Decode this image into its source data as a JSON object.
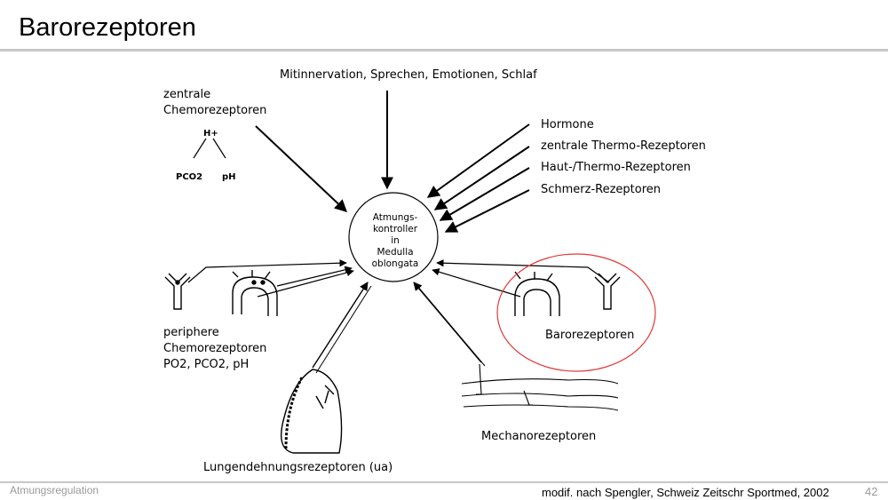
{
  "title": "Barorezeptoren",
  "center": {
    "lines": [
      "Atmungs-",
      "kontroller",
      "in",
      "Medulla",
      "oblongata"
    ]
  },
  "top_input": "Mitinnervation, Sprechen, Emotionen, Schlaf",
  "central_chemo": {
    "lines": [
      "zentrale",
      "Chemorezeptoren"
    ],
    "h_plus": "H+",
    "pco2": "PCO2",
    "ph": "pH"
  },
  "right_inputs": [
    "Hormone",
    "zentrale Thermo-Rezeptoren",
    "Haut-/Thermo-Rezeptoren",
    "Schmerz-Rezeptoren"
  ],
  "peripheral_chemo": {
    "line1": "periphere",
    "line2": "Chemorezeptoren",
    "line3": "PO2, PCO2, pH"
  },
  "baroreceptors": "Barorezeptoren",
  "mechanoreceptors": "Mechanorezeptoren",
  "lung_receptors": "Lungendehnungsrezeptoren (ua)",
  "footer": {
    "left": "Atmungsregulation",
    "source": "modif. nach Spengler, Schweiz Zeitschr Sportmed, 2002",
    "page": "42"
  },
  "colors": {
    "highlight_circle": "#e03a3a",
    "rule": "#c8c8c8",
    "footer_gray": "#9a9a9a"
  }
}
